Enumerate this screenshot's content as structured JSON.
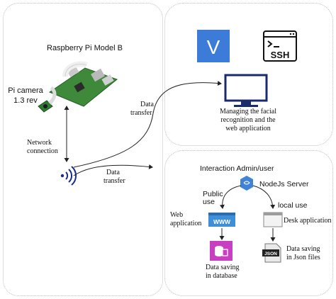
{
  "left": {
    "device_title": "Raspberry Pi Model B",
    "camera_line1": "Pi camera",
    "camera_line2": "1.3 rev",
    "network_line1": "Network",
    "network_line2": "connection",
    "transfer_up_line1": "Data",
    "transfer_up_line2": "transfer",
    "transfer_down_line1": "Data",
    "transfer_down_line2": "transfer"
  },
  "top_right": {
    "vnc_logo": "V",
    "ssh_logo": "SSH",
    "monitor_line1": "Managing the facial",
    "monitor_line2": "recognition and the",
    "monitor_line3": "web application"
  },
  "bottom_right": {
    "interaction": "Interaction Admin/user",
    "server": "NodeJs Server",
    "public_line1": "Public",
    "public_line2": "use",
    "local_use": "local use",
    "web_line1": "Web",
    "web_line2": "application",
    "www_label": "WWW",
    "desk_app": "Desk application",
    "db_line1": "Data saving",
    "db_line2": "in database",
    "json_line1": "Data saving",
    "json_line2": "in Json files",
    "json_badge": "JSON"
  },
  "colors": {
    "vnc": "#3d7bd8",
    "www": "#3f8fd8",
    "db": "#c93fc1",
    "node": "#3f82d6"
  }
}
